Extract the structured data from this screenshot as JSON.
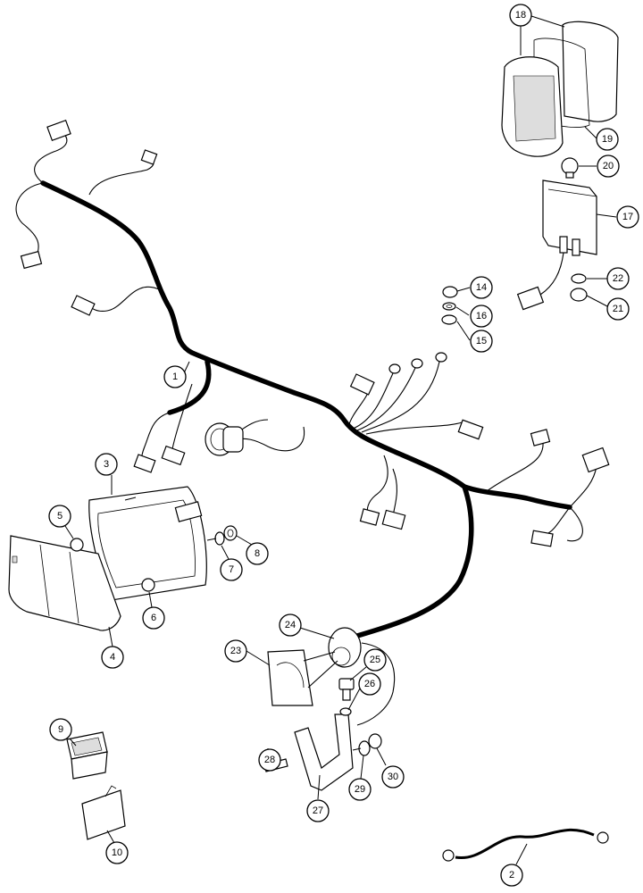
{
  "diagram": {
    "type": "exploded parts diagram",
    "callouts": [
      {
        "id": "1",
        "label": "1"
      },
      {
        "id": "2",
        "label": "2"
      },
      {
        "id": "3",
        "label": "3"
      },
      {
        "id": "4",
        "label": "4"
      },
      {
        "id": "5",
        "label": "5"
      },
      {
        "id": "6",
        "label": "6"
      },
      {
        "id": "7",
        "label": "7"
      },
      {
        "id": "8",
        "label": "8"
      },
      {
        "id": "9",
        "label": "9"
      },
      {
        "id": "10",
        "label": "10"
      },
      {
        "id": "14",
        "label": "14"
      },
      {
        "id": "15",
        "label": "15"
      },
      {
        "id": "16",
        "label": "16"
      },
      {
        "id": "17",
        "label": "17"
      },
      {
        "id": "18",
        "label": "18"
      },
      {
        "id": "19",
        "label": "19"
      },
      {
        "id": "20",
        "label": "20"
      },
      {
        "id": "21",
        "label": "21"
      },
      {
        "id": "22",
        "label": "22"
      },
      {
        "id": "23",
        "label": "23"
      },
      {
        "id": "24",
        "label": "24"
      },
      {
        "id": "25",
        "label": "25"
      },
      {
        "id": "26",
        "label": "26"
      },
      {
        "id": "27",
        "label": "27"
      },
      {
        "id": "28",
        "label": "28"
      },
      {
        "id": "29",
        "label": "29"
      },
      {
        "id": "30",
        "label": "30"
      }
    ]
  }
}
